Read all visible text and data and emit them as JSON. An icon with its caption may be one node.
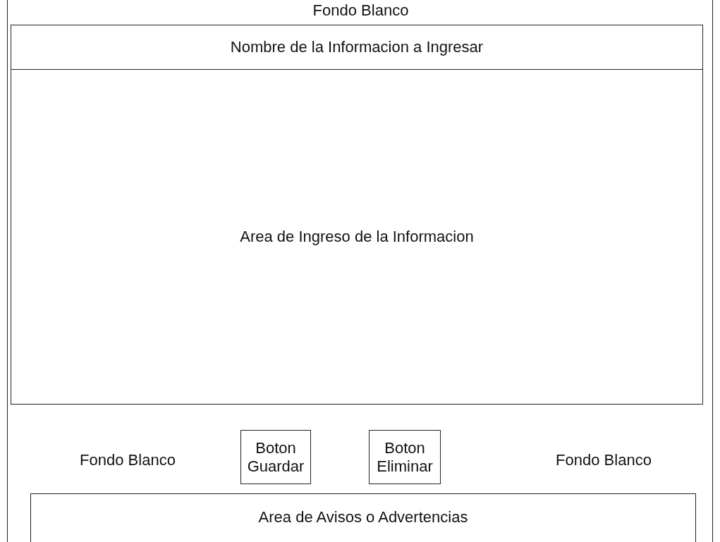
{
  "diagram": {
    "nodes": [
      {
        "text": [
          "Fondo Blanco",
          "Fondo Blanco",
          "Fondo Blanco"
        ]
      },
      {
        "text": [
          "Nombre de la Informacion a Ingresar"
        ],
        "in": 0
      },
      {
        "text": [
          "Area de Ingreso de la Informacion"
        ],
        "in": 0
      },
      {
        "text": [
          "Boton Guardar"
        ],
        "in": 0
      },
      {
        "text": [
          "Boton Eliminar"
        ],
        "in": 0
      },
      {
        "text": [
          "Area de Avisos o Advertencias"
        ],
        "in": 0
      }
    ]
  }
}
